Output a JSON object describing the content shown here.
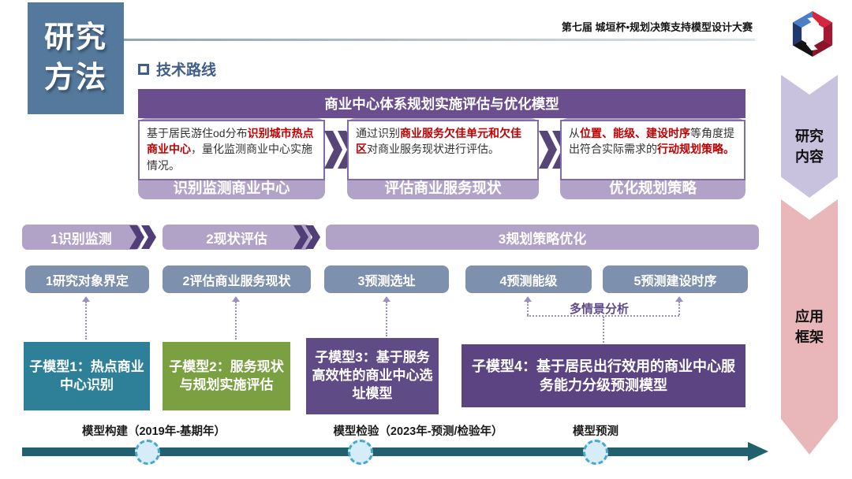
{
  "colors": {
    "title_box": "#55799c",
    "banner_purple": "#6a4e8e",
    "light_purple": "#b1a2c8",
    "chevron_purple": "#564678",
    "task_blue_gray": "#7d90ad",
    "submodel1_teal": "#2e8099",
    "submodel2_olive": "#7ba042",
    "submodel3_purple": "#5f4b85",
    "submodel4_purple": "#5c4482",
    "timeline_teal": "#20606f",
    "emphasis_red": "#c00000",
    "research_rail": "#c9c2de",
    "application_rail": "#e9b7b9"
  },
  "header": {
    "page_title": "研究\n方法",
    "competition_title": "第七届 城垣杯•规划决策支持模型设计大赛",
    "section_title": "技术路线"
  },
  "side_rail": {
    "research_content": "研究\n内容",
    "application_framework": "应用\n框架"
  },
  "model_overview": {
    "banner": "商业中心体系规划实施评估与优化模型",
    "columns": [
      {
        "desc_parts": [
          "基于居民游住od分布",
          "识别城市热点商业中心",
          "，量化监测商业中心实施情况。"
        ],
        "label": "识别监测商业中心"
      },
      {
        "desc_parts": [
          "通过识别",
          "商业服务欠佳单元和欠佳区",
          "对商业服务现状进行评估。"
        ],
        "label": "评估商业服务现状"
      },
      {
        "desc_parts": [
          "从",
          "位置、能级、建设时序",
          "等角度提出符合实际需求的",
          "行动规划策略。"
        ],
        "label": "优化规划策略"
      }
    ]
  },
  "stages": [
    {
      "label": "1识别监测"
    },
    {
      "label": "2现状评估"
    },
    {
      "label": "3规划策略优化"
    }
  ],
  "tasks": [
    {
      "label": "1研究对象界定"
    },
    {
      "label": "2评估商业服务现状"
    },
    {
      "label": "3预测选址"
    },
    {
      "label": "4预测能级"
    },
    {
      "label": "5预测建设时序"
    }
  ],
  "scenario_note": "多情景分析",
  "submodels": [
    {
      "label": "子模型1：热点商业中心识别"
    },
    {
      "label": "子模型2：服务现状与规划实施评估"
    },
    {
      "label": "子模型3：基于服务高效性的商业中心选址模型"
    },
    {
      "label": "子模型4：基于居民出行效用的商业中心服务能力分级预测模型"
    }
  ],
  "timeline": {
    "phases": [
      {
        "label": "模型构建（2019年-基期年）"
      },
      {
        "label": "模型检验（2023年-预测/检验年）"
      },
      {
        "label": "模型预测"
      }
    ]
  }
}
